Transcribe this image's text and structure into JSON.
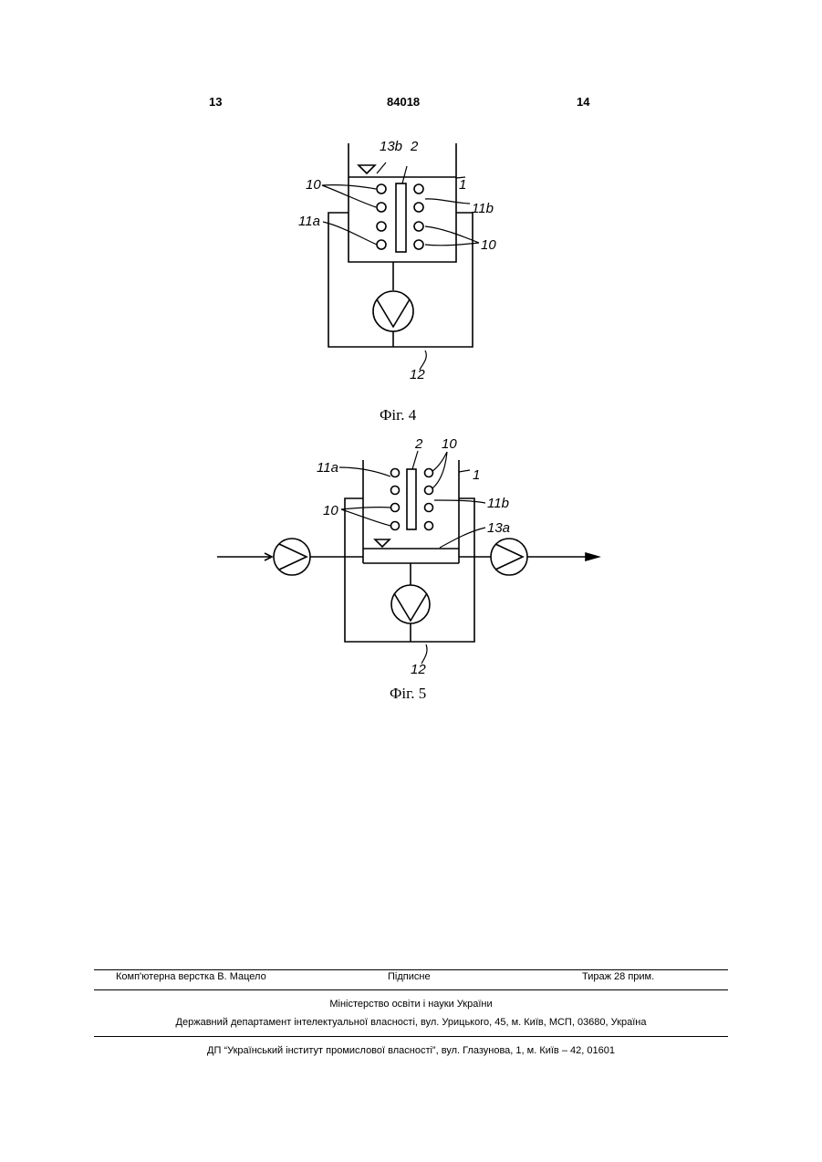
{
  "header": {
    "page_left": "13",
    "patent_number": "84018",
    "page_right": "14"
  },
  "figures": [
    {
      "caption": "Фіг. 4",
      "labels": {
        "l13b": "13b",
        "l2": "2",
        "l1": "1",
        "l10a": "10",
        "l11b": "11b",
        "l11a": "11a",
        "l10b": "10",
        "l12": "12"
      }
    },
    {
      "caption": "Фіг. 5",
      "labels": {
        "l2": "2",
        "l10a": "10",
        "l11a": "11a",
        "l1": "1",
        "l10b": "10",
        "l11b": "11b",
        "l13a": "13a",
        "l12": "12"
      }
    }
  ],
  "footer": {
    "typesetting": "Комп'ютерна верстка В. Мацело",
    "signed": "Підписне",
    "circulation": "Тираж 28 прим.",
    "ministry": "Міністерство освіти і науки України",
    "department": "Державний департамент інтелектуальної власності, вул. Урицького, 45, м. Київ, МСП, 03680, Україна",
    "institute": "ДП “Український інститут промислової власності”, вул. Глазунова, 1, м. Київ – 42, 01601"
  }
}
